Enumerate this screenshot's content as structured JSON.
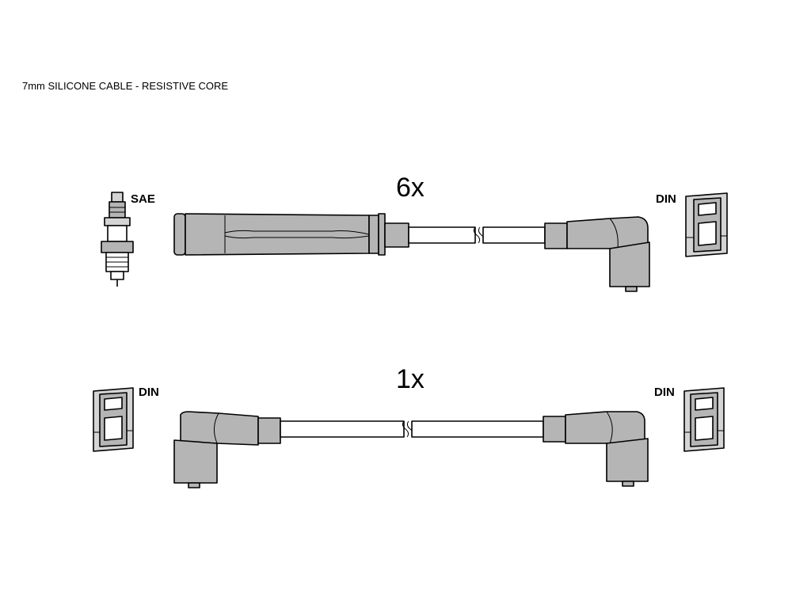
{
  "header": {
    "title": "7mm SILICONE CABLE - RESISTIVE CORE"
  },
  "row1": {
    "quantity": "6x",
    "left_label": "SAE",
    "right_label": "DIN"
  },
  "row2": {
    "quantity": "1x",
    "left_label": "DIN",
    "right_label": "DIN"
  },
  "colors": {
    "part_fill": "#b5b5b5",
    "cap_fill": "#d4d4d4",
    "line": "#000000"
  }
}
